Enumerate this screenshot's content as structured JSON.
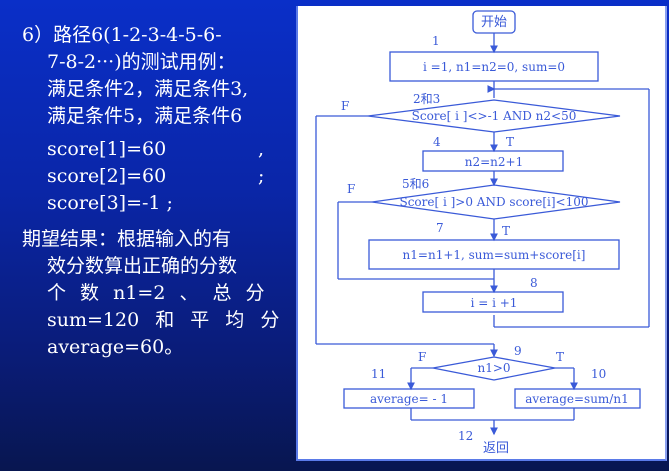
{
  "slide": {
    "heading_lines": [
      "6）路径6(1-2-3-4-5-6-",
      "7-8-2···)的测试用例：",
      "满足条件2，满足条件3,",
      "满足条件5，满足条件6"
    ],
    "inputs": [
      {
        "text": "score[1]=60",
        "sep": ","
      },
      {
        "text": "score[2]=60",
        "sep": ";"
      },
      {
        "text": "score[3]=-1 ;",
        "sep": ""
      }
    ],
    "expected_lines": [
      "期望结果：根据输入的有",
      "效分数算出正确的分数",
      "个 数 n1=2 、 总 分",
      "sum=120 和 平 均 分",
      "average=60。"
    ]
  },
  "flowchart": {
    "start": "开始",
    "node1_label": "1",
    "node1": "i =1, n1=n2=0, sum=0",
    "node23_label": "2和3",
    "node23": "Score[ i ]<>-1 AND n2<50",
    "node23_false": "F",
    "node4_label": "4",
    "node4_true": "T",
    "node4": "n2=n2+1",
    "node56_label": "5和6",
    "node56": "Score[ i ]>0 AND score[i]<100",
    "node56_false": "F",
    "node7_label": "7",
    "node7_true": "T",
    "node7": "n1=n1+1, sum=sum+score[i]",
    "node8_label": "8",
    "node8": "i = i +1",
    "node9_label": "9",
    "node9": "n1>0",
    "node9_false": "F",
    "node9_true": "T",
    "node11_label": "11",
    "node11": "average= - 1",
    "node10_label": "10",
    "node10": "average=sum/n1",
    "node12_label": "12",
    "end": "返回"
  },
  "colors": {
    "background": "#0a2fc8",
    "text": "#ffffff",
    "flow_line": "#3a5ad8"
  }
}
